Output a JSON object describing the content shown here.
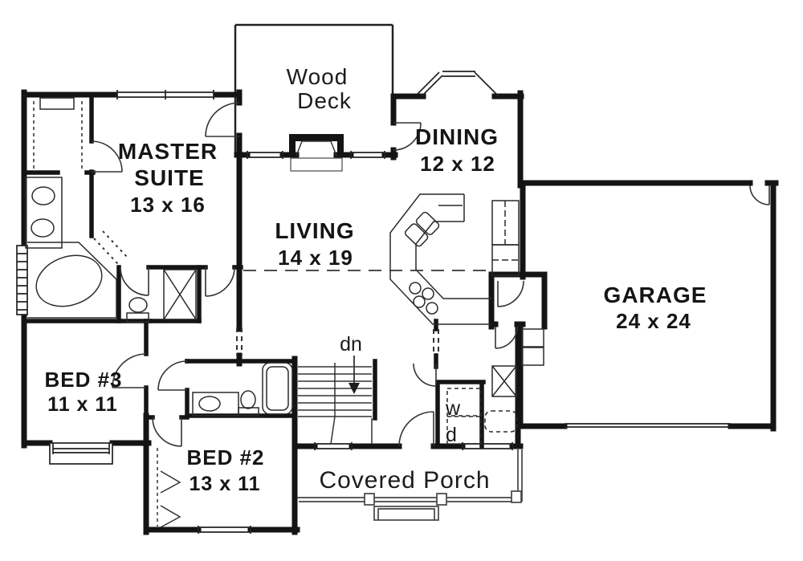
{
  "plan": {
    "rooms": {
      "deck": {
        "line1": "Wood",
        "line2": "Deck"
      },
      "dining": {
        "name": "DINING",
        "dims": "12 x 12"
      },
      "master_suite": {
        "name_line1": "MASTER",
        "name_line2": "SUITE",
        "dims": "13 x 16"
      },
      "living": {
        "name": "LIVING",
        "dims": "14 x 19"
      },
      "garage": {
        "name": "GARAGE",
        "dims": "24 x 24"
      },
      "bed3": {
        "name": "BED #3",
        "dims": "11 x 11"
      },
      "bed2": {
        "name": "BED #2",
        "dims": "13 x 11"
      },
      "porch": {
        "name": "Covered Porch"
      }
    },
    "annotations": {
      "stairs_down": "dn",
      "washer": "w",
      "dryer": "d"
    },
    "colors": {
      "walls": "#141414",
      "background": "#ffffff",
      "thin_lines": "#3c3c3c"
    }
  }
}
